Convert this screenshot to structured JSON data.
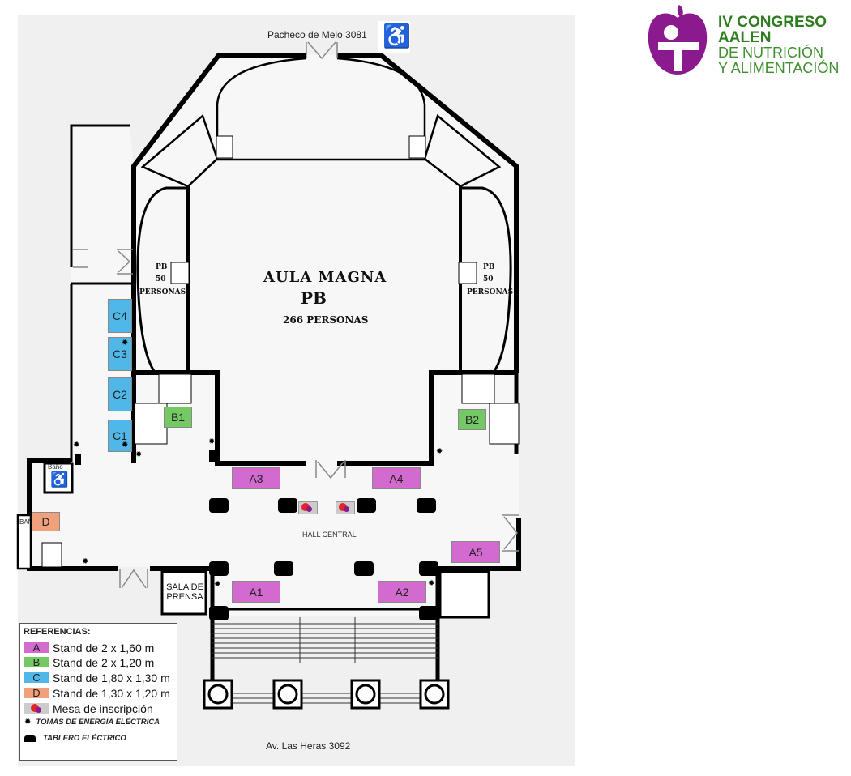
{
  "logo": {
    "line1": "IV CONGRESO",
    "line2": "AALEN",
    "line3": "DE NUTRICIÓN",
    "line4": "Y ALIMENTACIÓN",
    "brand_purple": "#8b1a8f",
    "brand_green": "#2e7d1e"
  },
  "streets": {
    "top": "Pacheco de Melo 3081",
    "bottom": "Av. Las Heras 3092"
  },
  "rooms": {
    "aula_title": "AULA MAGNA",
    "aula_floor": "PB",
    "aula_capacity": "266 PERSONAS",
    "left_box": {
      "floor": "PB",
      "count": "50",
      "unit": "PERSONAS"
    },
    "right_box": {
      "floor": "PB",
      "count": "50",
      "unit": "PERSONAS"
    },
    "hall": "HALL CENTRAL",
    "sala_prensa_l1": "SALA DE",
    "sala_prensa_l2": "PRENSA",
    "bano": "Baño",
    "banos": "BAÑOS"
  },
  "stands": [
    {
      "id": "A1",
      "type": "A"
    },
    {
      "id": "A2",
      "type": "A"
    },
    {
      "id": "A3",
      "type": "A"
    },
    {
      "id": "A4",
      "type": "A"
    },
    {
      "id": "A5",
      "type": "A"
    },
    {
      "id": "B1",
      "type": "B"
    },
    {
      "id": "B2",
      "type": "B"
    },
    {
      "id": "C1",
      "type": "C"
    },
    {
      "id": "C2",
      "type": "C"
    },
    {
      "id": "C3",
      "type": "C"
    },
    {
      "id": "C4",
      "type": "C"
    },
    {
      "id": "D",
      "type": "D"
    }
  ],
  "colors": {
    "A": "#d36ad0",
    "B": "#74c965",
    "C": "#4fb8e8",
    "D": "#f0a07a"
  },
  "legend": {
    "title": "REFERENCIAS:",
    "items": [
      {
        "key": "A",
        "label": "Stand de 2 x 1,60 m"
      },
      {
        "key": "B",
        "label": "Stand de 2 x 1,20 m"
      },
      {
        "key": "C",
        "label": "Stand de 1,80 x 1,30 m"
      },
      {
        "key": "D",
        "label": "Stand de 1,30 x 1,20 m"
      }
    ],
    "registration": "Mesa de inscripción",
    "power": "TOMAS DE ENERGÍA ELÉCTRICA",
    "panel": "TABLERO ELÉCTRICO"
  }
}
